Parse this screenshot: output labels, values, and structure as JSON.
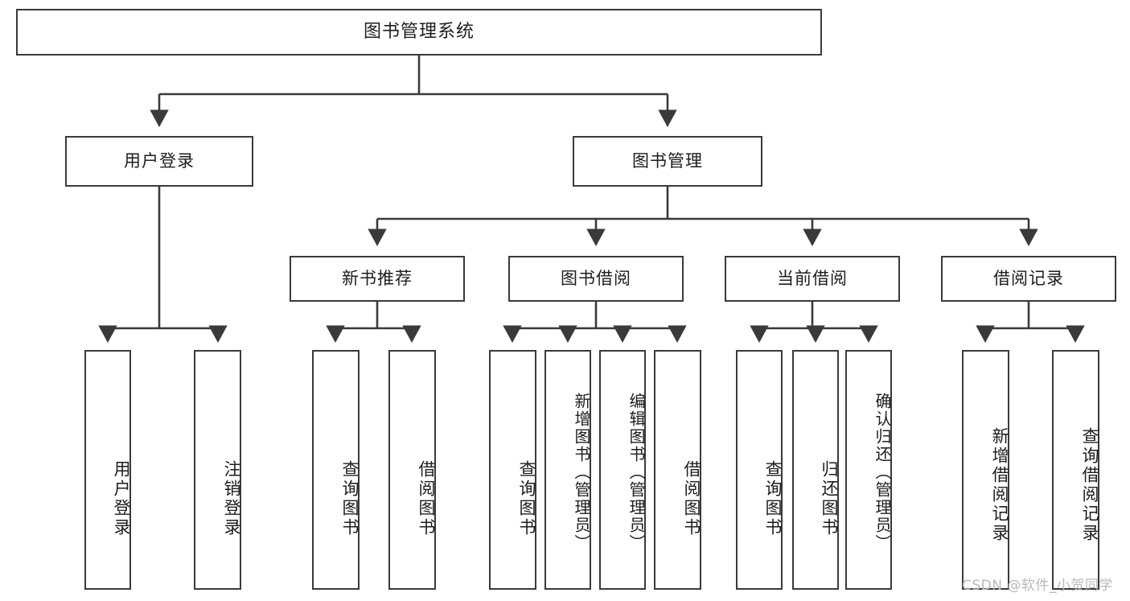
{
  "diagram": {
    "title": "图书管理系统",
    "type": "tree-hierarchy",
    "watermark": "CSDN @软件_小贺同学",
    "colors": {
      "box_border": "#3a3a3a",
      "box_fill": "#ffffff",
      "edge": "#3a3a3a",
      "text": "#1d1d1d",
      "watermark": "#b9b9b9",
      "background": "#ffffff"
    },
    "nodes": {
      "root": {
        "label": "图书管理系统"
      },
      "level2": [
        {
          "id": "user-login",
          "label": "用户登录"
        },
        {
          "id": "book-manage",
          "label": "图书管理"
        }
      ],
      "level3": [
        {
          "id": "new-book-recommend",
          "label": "新书推荐"
        },
        {
          "id": "book-borrow",
          "label": "图书借阅"
        },
        {
          "id": "current-borrow",
          "label": "当前借阅"
        },
        {
          "id": "borrow-record",
          "label": "借阅记录"
        }
      ],
      "leaves": {
        "user-login": [
          {
            "id": "leaf-user-login",
            "label": "用户登录"
          },
          {
            "id": "leaf-user-logout",
            "label": "注销登录"
          }
        ],
        "new-book-recommend": [
          {
            "id": "leaf-query-book-1",
            "label": "查询图书"
          },
          {
            "id": "leaf-borrow-book-1",
            "label": "借阅图书"
          }
        ],
        "book-borrow": [
          {
            "id": "leaf-query-book-2",
            "label": "查询图书"
          },
          {
            "id": "leaf-add-book",
            "label": "新增图书（管理员）"
          },
          {
            "id": "leaf-edit-book",
            "label": "编辑图书（管理员）"
          },
          {
            "id": "leaf-borrow-book-2",
            "label": "借阅图书"
          }
        ],
        "current-borrow": [
          {
            "id": "leaf-query-book-3",
            "label": "查询图书"
          },
          {
            "id": "leaf-return-book",
            "label": "归还图书"
          },
          {
            "id": "leaf-confirm-return",
            "label": "确认归还（管理员）"
          }
        ],
        "borrow-record": [
          {
            "id": "leaf-add-record",
            "label": "新增借阅记录"
          },
          {
            "id": "leaf-query-record",
            "label": "查询借阅记录"
          }
        ]
      }
    }
  }
}
